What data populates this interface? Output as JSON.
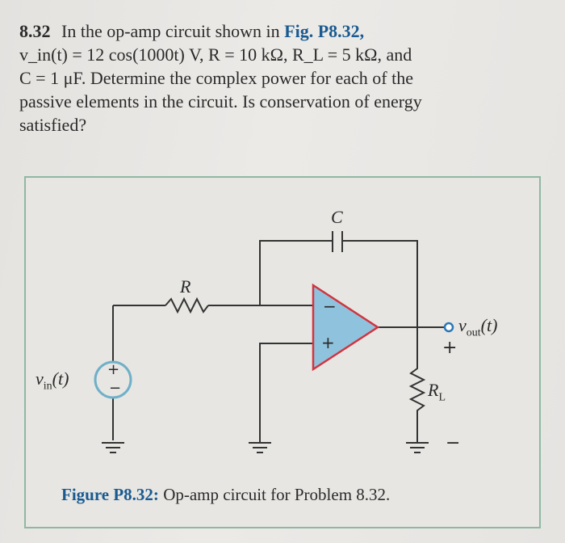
{
  "problem": {
    "number": "8.32",
    "line1_pre": "In the op-amp circuit shown in",
    "fig_ref": "Fig. P8.32,",
    "line2": "v_in(t) = 12 cos(1000t) V,   R = 10 kΩ,   R_L = 5 kΩ, and",
    "line3": "C = 1 μF. Determine the complex power for each of the",
    "line4": "passive elements in the circuit. Is conservation of energy",
    "line5": "satisfied?"
  },
  "figure": {
    "label_C": "C",
    "label_R": "R",
    "label_RL": "R",
    "label_RL_sub": "L",
    "label_vin": "v",
    "label_vin_sub": "in",
    "label_vin_arg": "(t)",
    "label_vout": "v",
    "label_vout_sub": "out",
    "label_vout_arg": "(t)",
    "src_plus": "+",
    "src_minus": "−",
    "opamp_minus": "−",
    "opamp_plus": "+",
    "out_plus": "+",
    "out_minus": "−",
    "caption_label": "Figure P8.32:",
    "caption_text": "Op-amp circuit for Problem 8.32."
  },
  "colors": {
    "opamp_fill": "#8fc3dd",
    "opamp_stroke": "#d0343f",
    "wire": "#333333",
    "terminal": "#2a78b8",
    "figure_border": "#8fb8a4"
  }
}
